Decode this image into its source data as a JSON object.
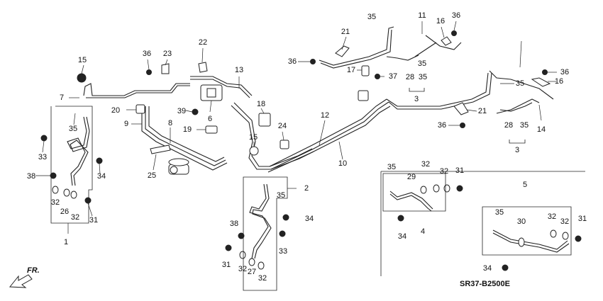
{
  "diagram_code": "SR37-B2500E",
  "direction_label": "FR.",
  "callouts": [
    {
      "id": "c1",
      "label": "1"
    },
    {
      "id": "c2",
      "label": "2"
    },
    {
      "id": "c3a",
      "label": "3"
    },
    {
      "id": "c3b",
      "label": "3"
    },
    {
      "id": "c4",
      "label": "4"
    },
    {
      "id": "c5",
      "label": "5"
    },
    {
      "id": "c6",
      "label": "6"
    },
    {
      "id": "c7",
      "label": "7"
    },
    {
      "id": "c8",
      "label": "8"
    },
    {
      "id": "c9",
      "label": "9"
    },
    {
      "id": "c10",
      "label": "10"
    },
    {
      "id": "c11",
      "label": "11"
    },
    {
      "id": "c12",
      "label": "12"
    },
    {
      "id": "c13",
      "label": "13"
    },
    {
      "id": "c14",
      "label": "14"
    },
    {
      "id": "c15a",
      "label": "15"
    },
    {
      "id": "c15b",
      "label": "15"
    },
    {
      "id": "c16a",
      "label": "16"
    },
    {
      "id": "c16b",
      "label": "16"
    },
    {
      "id": "c17",
      "label": "17"
    },
    {
      "id": "c18",
      "label": "18"
    },
    {
      "id": "c19",
      "label": "19"
    },
    {
      "id": "c20",
      "label": "20"
    },
    {
      "id": "c21a",
      "label": "21"
    },
    {
      "id": "c21b",
      "label": "21"
    },
    {
      "id": "c22",
      "label": "22"
    },
    {
      "id": "c23",
      "label": "23"
    },
    {
      "id": "c24",
      "label": "24"
    },
    {
      "id": "c25",
      "label": "25"
    },
    {
      "id": "c26",
      "label": "26"
    },
    {
      "id": "c27",
      "label": "27"
    },
    {
      "id": "c28a",
      "label": "28"
    },
    {
      "id": "c28b",
      "label": "28"
    },
    {
      "id": "c29",
      "label": "29"
    },
    {
      "id": "c30",
      "label": "30"
    },
    {
      "id": "c31a",
      "label": "31"
    },
    {
      "id": "c31b",
      "label": "31"
    },
    {
      "id": "c31c",
      "label": "31"
    },
    {
      "id": "c31d",
      "label": "31"
    },
    {
      "id": "c32a",
      "label": "32"
    },
    {
      "id": "c32b",
      "label": "32"
    },
    {
      "id": "c32c",
      "label": "32"
    },
    {
      "id": "c32d",
      "label": "32"
    },
    {
      "id": "c32e",
      "label": "32"
    },
    {
      "id": "c32f",
      "label": "32"
    },
    {
      "id": "c32g",
      "label": "32"
    },
    {
      "id": "c32h",
      "label": "32"
    },
    {
      "id": "c33a",
      "label": "33"
    },
    {
      "id": "c33b",
      "label": "33"
    },
    {
      "id": "c34a",
      "label": "34"
    },
    {
      "id": "c34b",
      "label": "34"
    },
    {
      "id": "c34c",
      "label": "34"
    },
    {
      "id": "c34d",
      "label": "34"
    },
    {
      "id": "c35a",
      "label": "35"
    },
    {
      "id": "c35b",
      "label": "35"
    },
    {
      "id": "c35c",
      "label": "35"
    },
    {
      "id": "c35d",
      "label": "35"
    },
    {
      "id": "c35e",
      "label": "35"
    },
    {
      "id": "c35f",
      "label": "35"
    },
    {
      "id": "c35g",
      "label": "35"
    },
    {
      "id": "c35h",
      "label": "35"
    },
    {
      "id": "c35i",
      "label": "35"
    },
    {
      "id": "c36a",
      "label": "36"
    },
    {
      "id": "c36b",
      "label": "36"
    },
    {
      "id": "c36c",
      "label": "36"
    },
    {
      "id": "c36d",
      "label": "36"
    },
    {
      "id": "c36e",
      "label": "36"
    },
    {
      "id": "c37",
      "label": "37"
    },
    {
      "id": "c38a",
      "label": "38"
    },
    {
      "id": "c38b",
      "label": "38"
    },
    {
      "id": "c39",
      "label": "39"
    }
  ]
}
